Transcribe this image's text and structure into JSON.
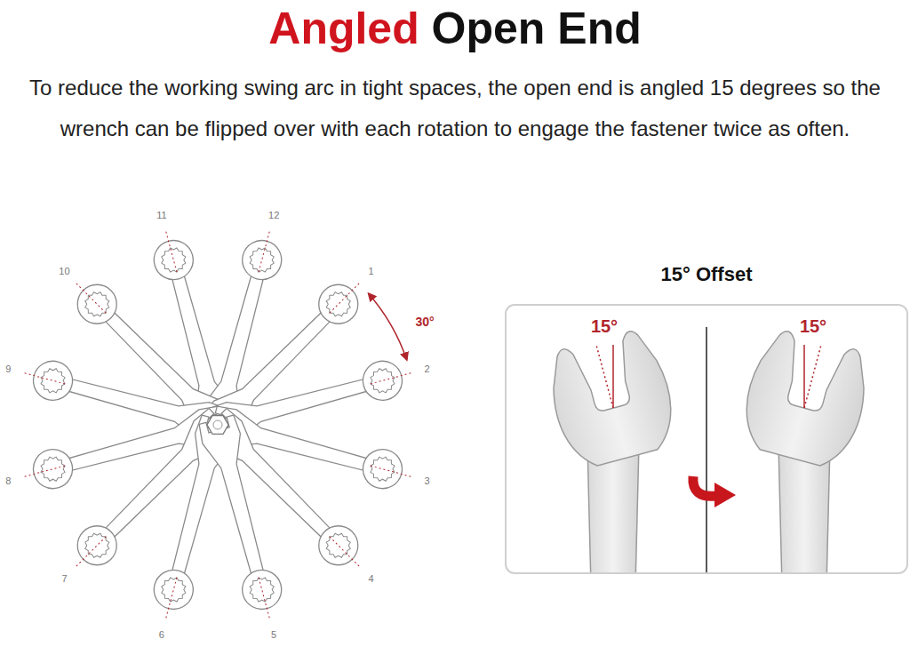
{
  "diagram": {
    "title": "Angled Open End",
    "nodes": [
      {
        "text": [
          "15° Offset",
          "15°",
          "15°"
        ]
      }
    ],
    "labels": [
      "To reduce the working swing arc in tight spaces, the open end is angled 15 degrees so the wrench can be flipped over with each rotation to engage the fastener twice as often.",
      "11",
      "12",
      "10",
      "1",
      "30°",
      "9",
      "2",
      "8",
      "3",
      "7",
      "4",
      "6",
      "5"
    ]
  }
}
